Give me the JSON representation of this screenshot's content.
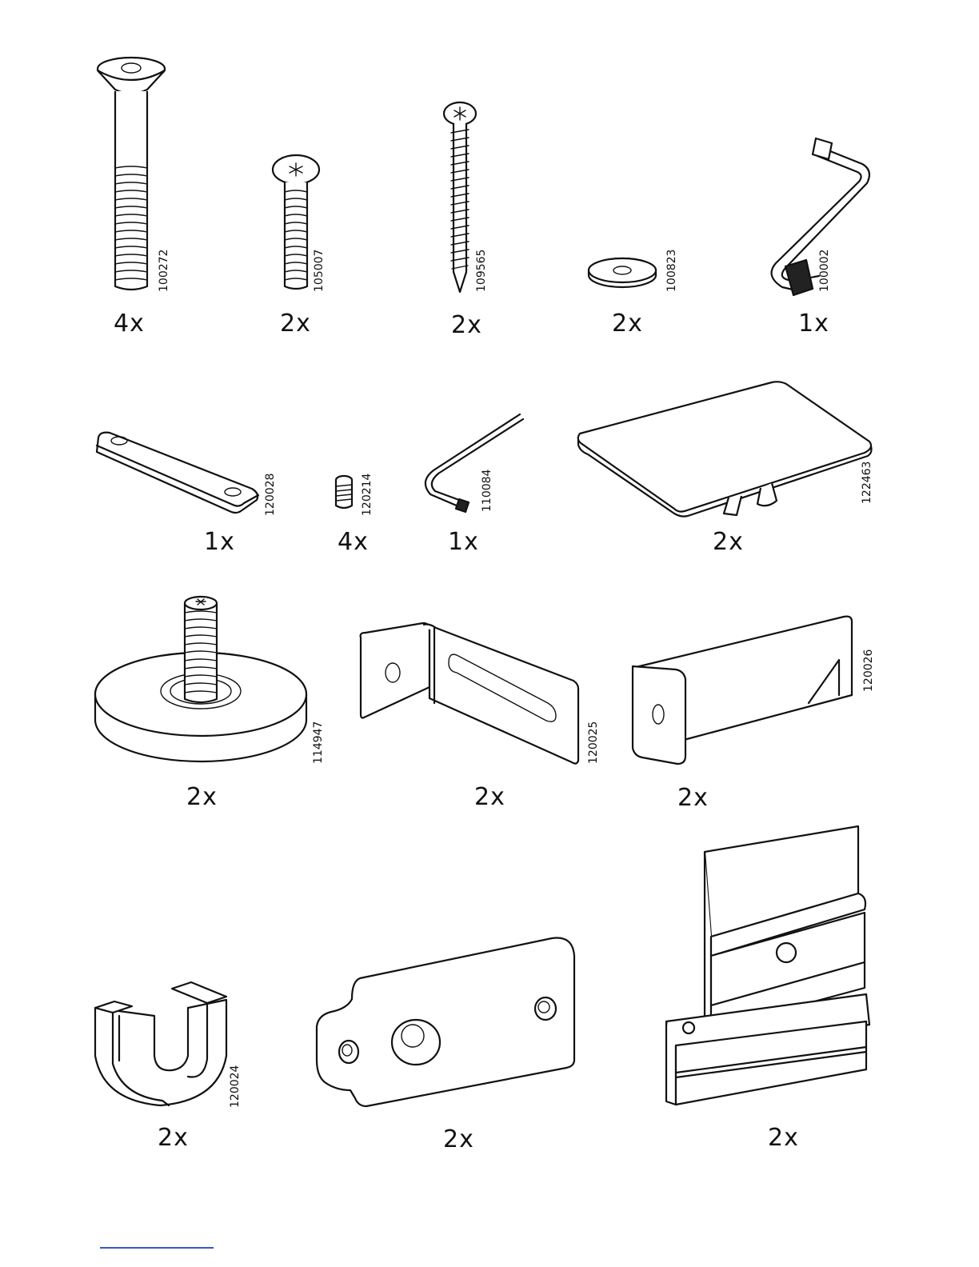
{
  "parts": [
    {
      "id": "bolt-countersunk",
      "code": "100272",
      "qty": "4x"
    },
    {
      "id": "bolt-pan",
      "code": "105007",
      "qty": "2x"
    },
    {
      "id": "wood-screw",
      "code": "109565",
      "qty": "2x"
    },
    {
      "id": "washer",
      "code": "100823",
      "qty": "2x"
    },
    {
      "id": "allen-key-large",
      "code": "100002",
      "qty": "1x"
    },
    {
      "id": "flat-bar",
      "code": "120028",
      "qty": "1x"
    },
    {
      "id": "set-screw",
      "code": "120214",
      "qty": "4x"
    },
    {
      "id": "allen-key-small",
      "code": "110084",
      "qty": "1x"
    },
    {
      "id": "plate",
      "code": "122463",
      "qty": "2x"
    },
    {
      "id": "leveling-foot",
      "code": "114947",
      "qty": "2x"
    },
    {
      "id": "slotted-bracket",
      "code": "120025",
      "qty": "2x"
    },
    {
      "id": "angle-bracket",
      "code": "120026",
      "qty": "2x"
    },
    {
      "id": "u-clip",
      "code": "120024",
      "qty": "2x"
    },
    {
      "id": "mounting-plate",
      "code": "",
      "qty": "2x"
    },
    {
      "id": "wall-rail",
      "code": "",
      "qty": "2x"
    }
  ]
}
